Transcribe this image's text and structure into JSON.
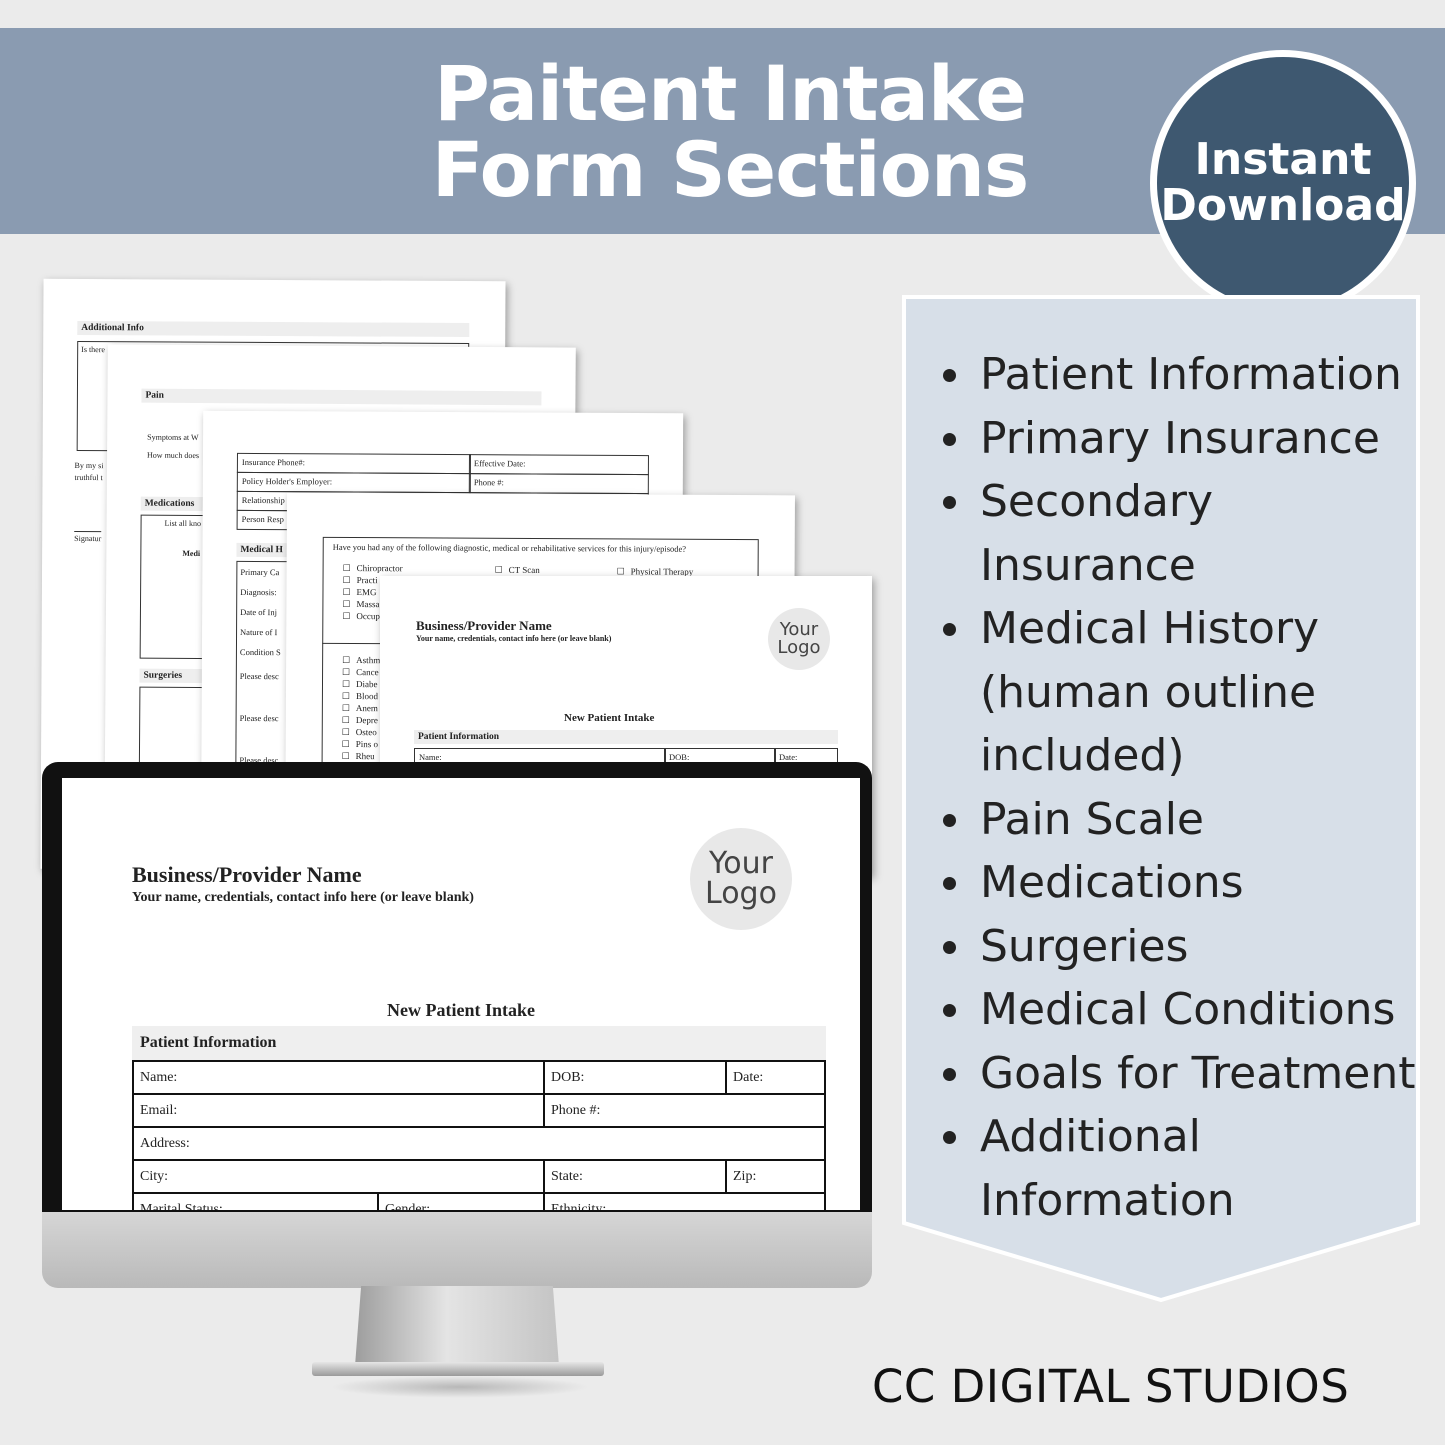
{
  "banner": {
    "title_line1": "Paitent Intake",
    "title_line2": "Form Sections"
  },
  "badge": {
    "line1": "Instant",
    "line2": "Download"
  },
  "sections": [
    "Patient Information",
    "Primary Insurance",
    "Secondary Insurance",
    "Medical History (human outline included)",
    "Pain Scale",
    "Medications",
    "Surgeries",
    "Medical Conditions",
    "Goals for Treatment",
    "Additional Information"
  ],
  "page1": {
    "section": "Additional Info",
    "line1": "Is there",
    "line2": "By my si",
    "line3": "truthful t",
    "signature": "Signatur"
  },
  "page2": {
    "section_pain": "Pain",
    "symptoms": "Symptoms at W",
    "how_much": "How much does",
    "section_meds": "Medications",
    "list": "List all kno",
    "medi": "Medi",
    "section_surg": "Surgeries"
  },
  "page3": {
    "cells": [
      "Insurance Phone#:",
      "Effective Date:",
      "Policy Holder's Employer:",
      "Phone #:",
      "Relationship",
      "Person Resp"
    ],
    "section_mh": "Medical H",
    "rows": [
      "Primary Ca",
      "Diagnosis:",
      "Date of Inj",
      "Nature of I",
      "Condition S",
      "Please desc",
      "Please desc",
      "Please desc"
    ]
  },
  "page4": {
    "question": "Have you had any of the following diagnostic, medical or rehabilitative services for this injury/episode?",
    "checks_a": [
      "Chiropractor",
      "Practi",
      "EMG",
      "Massa",
      "Occup"
    ],
    "checks_b": [
      "CT Scan"
    ],
    "checks_c": [
      "Physical Therapy"
    ],
    "checks_d": [
      "Asthm",
      "Cance",
      "Diabe",
      "Blood",
      "Anem",
      "Depre",
      "Osteo",
      "Pins o",
      "Rheu"
    ]
  },
  "page5": {
    "business": "Business/Provider Name",
    "subtitle": "Your name, credentials, contact info here (or leave blank)",
    "logo_line1": "Your",
    "logo_line2": "Logo",
    "heading": "New Patient Intake",
    "section": "Patient Information",
    "name": "Name:",
    "dob": "DOB:",
    "date": "Date:"
  },
  "monitor": {
    "business": "Business/Provider Name",
    "subtitle": "Your name, credentials, contact info here (or leave blank)",
    "logo_line1": "Your",
    "logo_line2": "Logo",
    "heading": "New Patient Intake",
    "section": "Patient Information",
    "name": "Name:",
    "dob": "DOB:",
    "date": "Date:",
    "email": "Email:",
    "phone": "Phone #:",
    "address": "Address:",
    "city": "City:",
    "state": "State:",
    "zip": "Zip:",
    "marital": "Marital Status:",
    "gender": "Gender:",
    "ethnicity": "Ethnicity:"
  },
  "footer": "CC DIGITAL STUDIOS"
}
